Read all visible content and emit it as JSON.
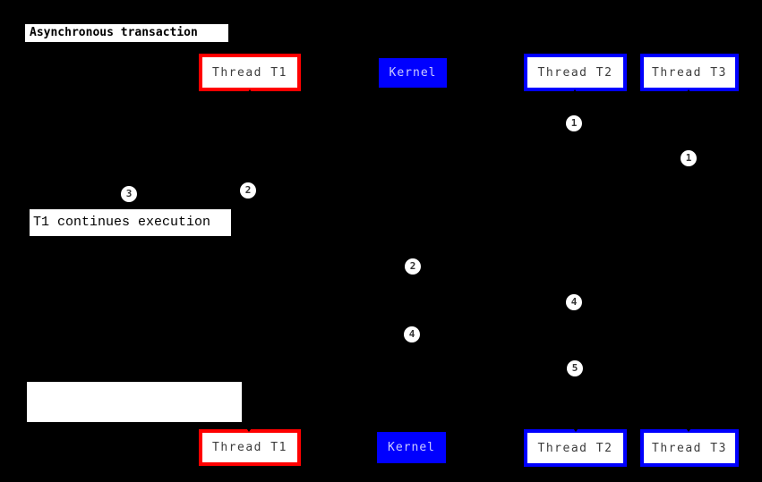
{
  "diagram": {
    "kind": "sequence-diagram",
    "title": "Asynchronous transaction",
    "note": "T1 continues execution",
    "participants_top": [
      "Thread T1",
      "Kernel",
      "Thread T2",
      "Thread T3"
    ],
    "participants_bottom": [
      "Thread T1",
      "Kernel",
      "Thread T2",
      "Thread T3"
    ],
    "step_markers": [
      "1",
      "1",
      "3",
      "2",
      "2",
      "4",
      "4",
      "5"
    ],
    "colors": {
      "background": "#000000",
      "thread_t1_border": "#ff0000",
      "thread_t2_t3_border": "#0000ff",
      "kernel_fill": "#0000ff",
      "kernel_text": "#ccccff",
      "box_fill": "#ffffff",
      "text": "#3c3c3c"
    }
  }
}
